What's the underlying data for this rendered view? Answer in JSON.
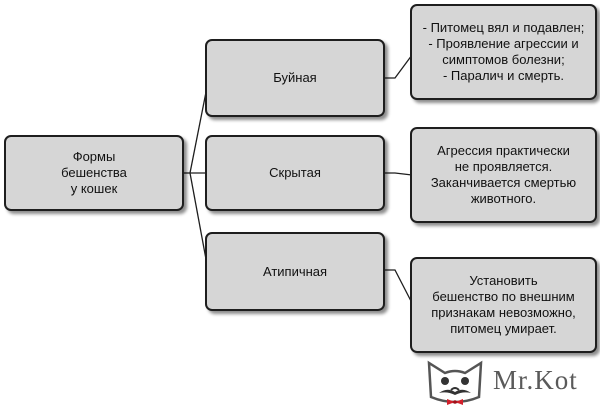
{
  "diagram": {
    "root": {
      "label": "Формы\nбешенства\nу кошек"
    },
    "forms": [
      {
        "label": "Буйная",
        "description": "- Питомец вял и подавлен;\n- Проявление агрессии и\nсимптомов болезни;\n- Паралич и смерть."
      },
      {
        "label": "Скрытая",
        "description": "Агрессия практически\nне проявляется.\nЗаканчивается смертью\nживотного."
      },
      {
        "label": "Атипичная",
        "description": "Установить\nбешенство по внешним\nпризнакам невозможно,\nпитомец умирает."
      }
    ]
  },
  "colors": {
    "box_fill": "#d6d6d6",
    "border": "#1e1e1e",
    "bow_tie": "#d21f2a"
  },
  "logo": {
    "text": "Mr.Kot",
    "icon": "cat-face-icon"
  }
}
